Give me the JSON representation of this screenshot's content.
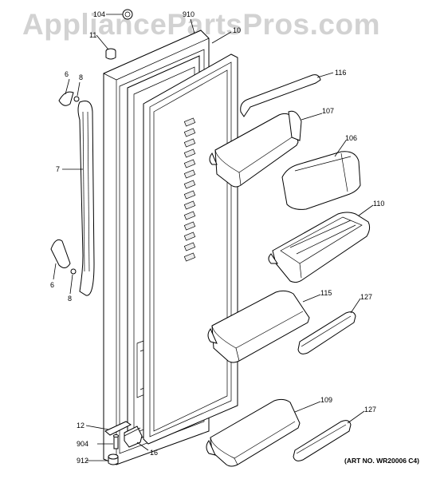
{
  "watermark": "AppliancePartsPros.com",
  "art_number": "(ART NO. WR20006 C4)",
  "callouts": {
    "c104": "104",
    "c910": "910",
    "c11": "11",
    "c10": "10",
    "c6_top": "6",
    "c8_top": "8",
    "c7": "7",
    "c6_bottom": "6",
    "c8_bottom": "8",
    "c116": "116",
    "c107": "107",
    "c106": "106",
    "c110": "110",
    "c115": "115",
    "c127_top": "127",
    "c109": "109",
    "c127_bottom": "127",
    "c12": "12",
    "c904": "904",
    "c16": "16",
    "c912": "912"
  }
}
